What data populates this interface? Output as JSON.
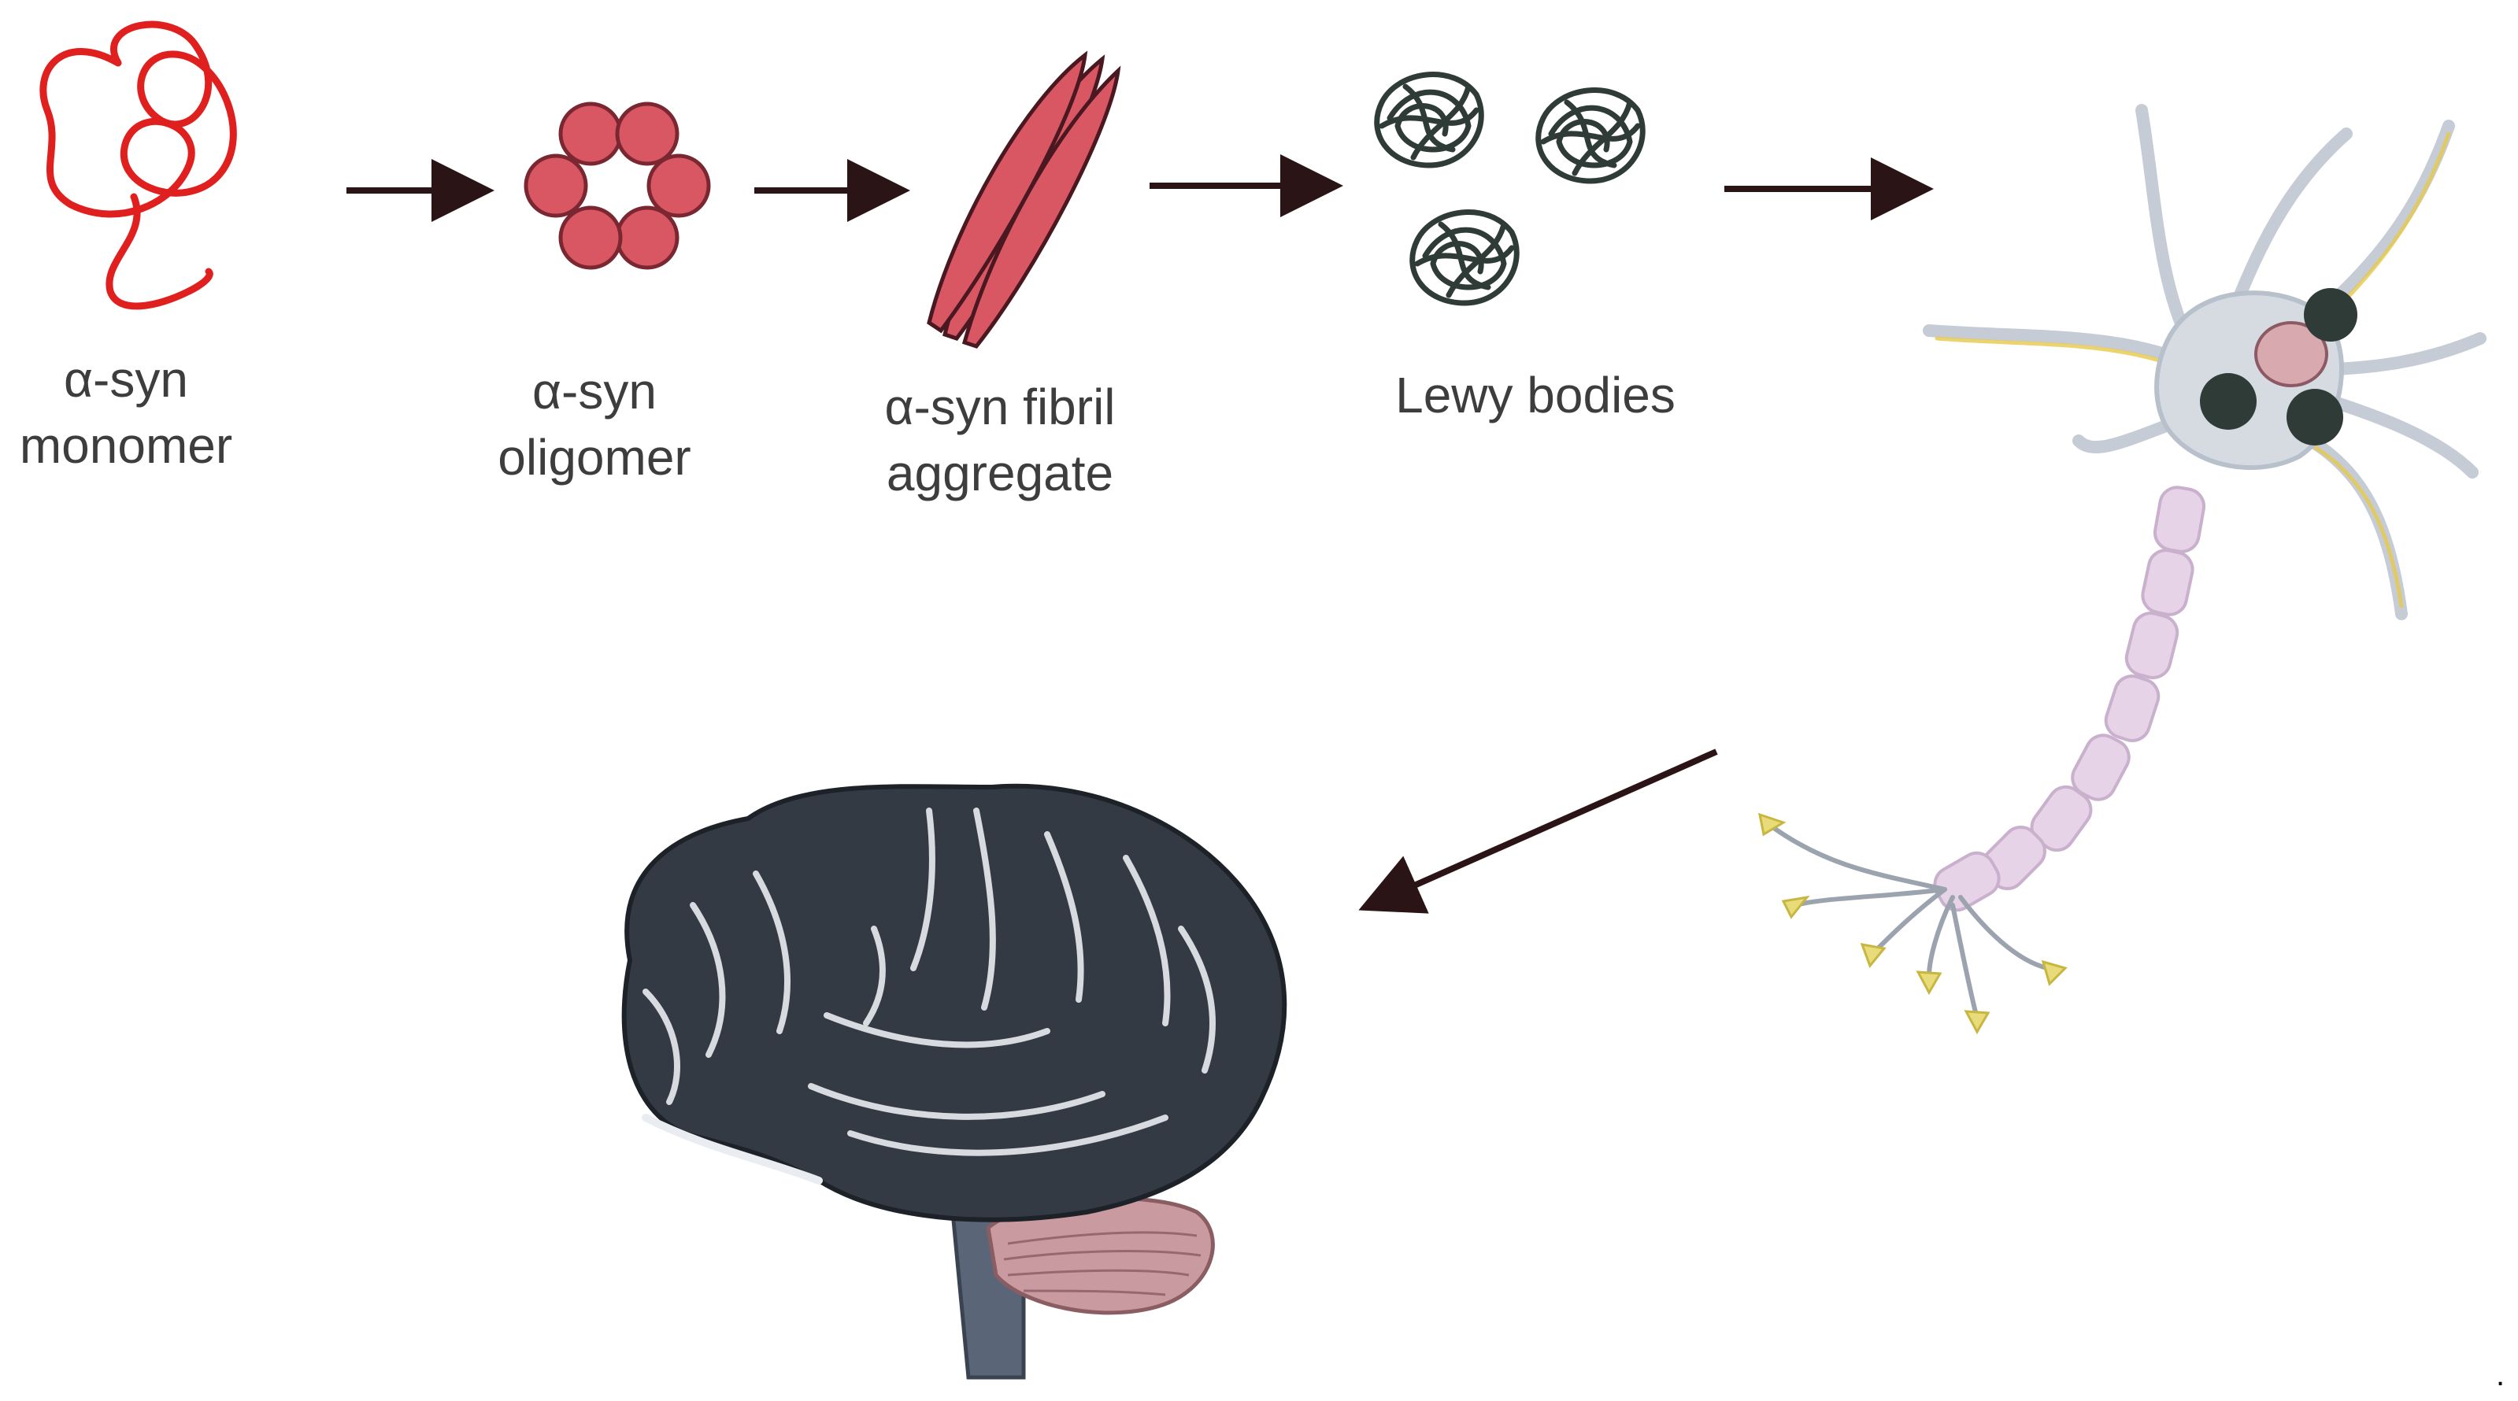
{
  "stages": [
    {
      "id": "monomer",
      "lines": [
        "α-syn",
        "monomer"
      ]
    },
    {
      "id": "oligomer",
      "lines": [
        "α-syn",
        "oligomer"
      ]
    },
    {
      "id": "fibril",
      "lines": [
        "α-syn fibril",
        "aggregate"
      ]
    },
    {
      "id": "lewy",
      "lines": [
        "Lewy bodies"
      ]
    }
  ],
  "icons": {
    "monomer": "protein-strand-icon",
    "oligomer": "oligomer-ring-icon",
    "fibril": "fibril-bundle-icon",
    "lewy": "lewy-body-icon",
    "neuron": "neuron-icon",
    "brain": "brain-icon"
  },
  "colors": {
    "monomer": "#e0201e",
    "oligomer": "#d95763",
    "lewy": "#2f3b37",
    "arrow": "#2b1416",
    "brain": "#333a44",
    "cerebellum": "#c99aa0",
    "myelin": "#e6d3e8",
    "neuron_body": "#d6dbe2"
  },
  "trailing_mark": "."
}
